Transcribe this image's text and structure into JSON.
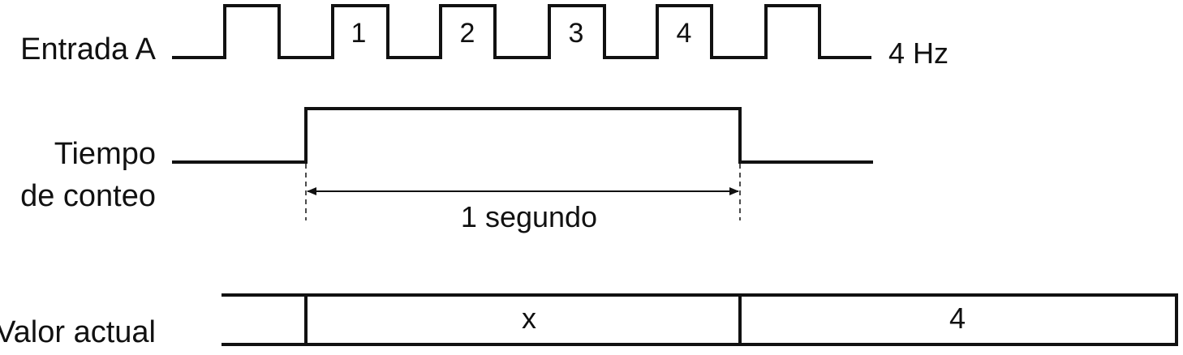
{
  "signals": {
    "input_a": {
      "label": "Entrada A",
      "frequency_label": "4 Hz",
      "pulse_numbers": [
        "1",
        "2",
        "3",
        "4"
      ]
    },
    "count_time": {
      "label_line1": "Tiempo",
      "label_line2": "de conteo",
      "duration_label": "1 segundo"
    },
    "current_value": {
      "label": "Valor actual",
      "values": [
        "x",
        "4"
      ]
    }
  },
  "colors": {
    "line": "#111111",
    "background": "#ffffff"
  }
}
